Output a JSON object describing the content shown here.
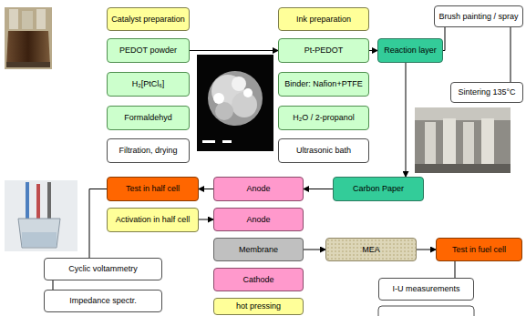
{
  "diagram": {
    "nodes": [
      {
        "text": [
          "Catalyst preparation"
        ]
      },
      {
        "text": [
          "Ink preparation"
        ]
      },
      {
        "text": [
          "Brush painting / spray"
        ]
      },
      {
        "text": [
          "PEDOT powder"
        ]
      },
      {
        "text": [
          "Pt-PEDOT"
        ]
      },
      {
        "text": [
          "Reaction layer"
        ]
      },
      {
        "text": [
          "Sintering 135°C"
        ]
      },
      {
        "text": [
          "H₂[PtCl₆]"
        ]
      },
      {
        "text": [
          "Binder: Nafion+PTFE"
        ]
      },
      {
        "text": [
          "Formaldehyd"
        ]
      },
      {
        "text": [
          "H₂O / 2-propanol"
        ]
      },
      {
        "text": [
          "Filtration, drying"
        ]
      },
      {
        "text": [
          "Ultrasonic bath"
        ]
      },
      {
        "text": [
          "Test in half cell"
        ]
      },
      {
        "text": [
          "Anode"
        ]
      },
      {
        "text": [
          "Carbon Paper"
        ]
      },
      {
        "text": [
          "Activation in half cell"
        ]
      },
      {
        "text": [
          "Anode"
        ]
      },
      {
        "text": [
          "Membrane"
        ]
      },
      {
        "text": [
          "MEA"
        ]
      },
      {
        "text": [
          "Test in fuel cell"
        ]
      },
      {
        "text": [
          "Cyclic voltammetry"
        ]
      },
      {
        "text": [
          "Cathode"
        ]
      },
      {
        "text": [
          "I-U measurements"
        ]
      },
      {
        "text": [
          "Impedance spectr."
        ]
      },
      {
        "text": [
          "hot pressing"
        ]
      }
    ],
    "edges": [
      {
        "from": 3,
        "to": 4,
        "arrow": "to"
      },
      {
        "from": 4,
        "to": 5,
        "arrow": "to"
      },
      {
        "from": 5,
        "to": 2,
        "arrow": "none"
      },
      {
        "from": 2,
        "to": 6,
        "arrow": "none"
      },
      {
        "from": 5,
        "to": 15,
        "arrow": "to"
      },
      {
        "from": 15,
        "to": 14,
        "arrow": "to"
      },
      {
        "from": 14,
        "to": 13,
        "arrow": "to"
      },
      {
        "from": 13,
        "to": 21,
        "arrow": "none"
      },
      {
        "from": 21,
        "to": 24,
        "arrow": "none"
      },
      {
        "from": 16,
        "to": 17,
        "arrow": "to"
      },
      {
        "from": 18,
        "to": 19,
        "arrow": "to"
      },
      {
        "from": 19,
        "to": 20,
        "arrow": "to"
      },
      {
        "from": 20,
        "to": 23,
        "arrow": "none"
      }
    ]
  }
}
